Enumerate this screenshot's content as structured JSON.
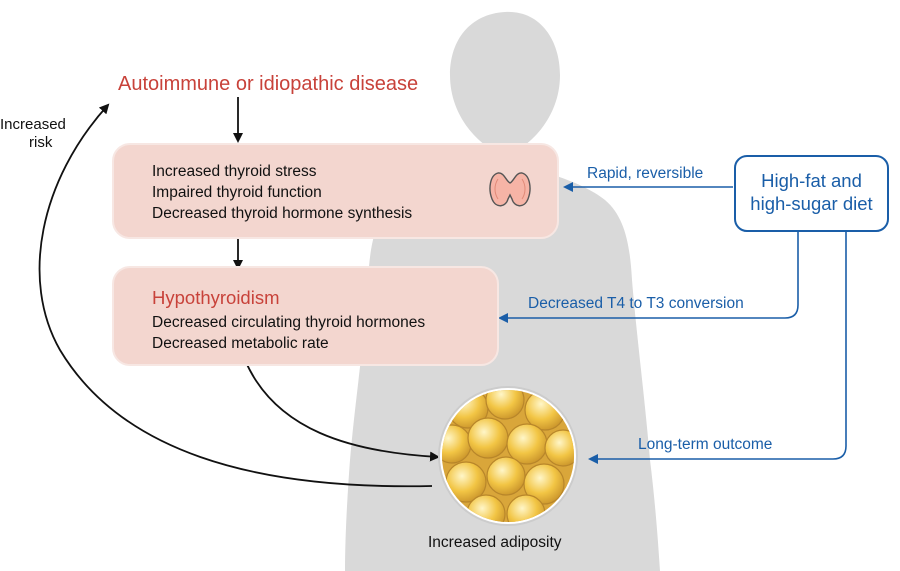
{
  "title": "Autoimmune or idiopathic disease",
  "stress_box": {
    "lines": [
      "Increased thyroid stress",
      "Impaired thyroid function",
      "Decreased thyroid hormone synthesis"
    ],
    "icon": "thyroid-gland-icon"
  },
  "hypo_box": {
    "title": "Hypothyroidism",
    "lines": [
      "Decreased circulating thyroid hormones",
      "Decreased metabolic rate"
    ]
  },
  "diet_box": {
    "lines": [
      "High-fat and",
      "high-sugar diet"
    ]
  },
  "labels": {
    "rapid": "Rapid, reversible",
    "conversion": "Decreased T4 to T3 conversion",
    "long_term": "Long-term outcome",
    "increased_risk": [
      "Increased",
      "risk"
    ],
    "adiposity": "Increased adiposity"
  },
  "colors": {
    "red": "#c8423a",
    "blue": "#1a5ea8",
    "box_fill": "#f3d6cf",
    "silhouette": "#d9d9d9",
    "fat_cell": "#f0c34a"
  }
}
